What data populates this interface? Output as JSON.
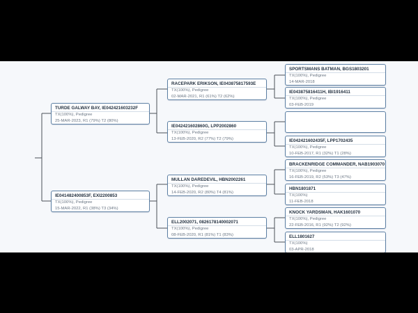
{
  "pedigree": {
    "gen1": [
      {
        "name": "TURDE GALWAY BAY, IE042421603232F",
        "line1": "TX(100%), Pedigree",
        "line2": "25-MAR-2023, R1 (79%) T2 (80%)"
      },
      {
        "name": "IE041482400853F, EXI2200853",
        "line1": "TX(100%), Pedigree",
        "line2": "15-MAR-2022, R1 (38%) T3 (34%)"
      }
    ],
    "gen2": [
      {
        "name": "RACEPARK ERIKSON, IE043875817593E",
        "line1": "TX(100%), Pedigree",
        "line2": "02-MAR-2021, R1 (61%) T2 (62%)"
      },
      {
        "name": "IE042421602860G, LPP2002860",
        "line1": "TX(100%), Pedigree",
        "line2": "13-FEB-2020, R2 (77%) T2 (79%)"
      },
      {
        "name": "MULLAN DAREDEVIL, HBN2002261",
        "line1": "TX(100%), Pedigree",
        "line2": "14-FEB-2020, R2 (80%) T4 (81%)"
      },
      {
        "name": "ELL2002071, 0826178140002071",
        "line1": "TX(100%), Pedigree",
        "line2": "08-FEB-2020, R1 (81%) T1 (83%)"
      }
    ],
    "gen3": [
      {
        "name": "SPORTSMANS BATMAN, BGS1803201",
        "line1": "TX(100%), Pedigree",
        "line2": "14-MAR-2018"
      },
      {
        "name": "IE043875816411H, IBI1916411",
        "line1": "TX(100%), Pedigree",
        "line2": "03-FEB-2019"
      },
      {
        "name": "",
        "line1": "",
        "line2": ""
      },
      {
        "name": "IE042421602435F, LPP1702435",
        "line1": "TX(100%), Pedigree",
        "line2": "10-FEB-2017, R1 (32%) T1 (28%)"
      },
      {
        "name": "BRACKENRIDGE COMMANDER, NAB1903070",
        "line1": "TX(100%), Pedigree",
        "line2": "16-FEB-2019, R2 (53%) T3 (47%)"
      },
      {
        "name": "HBN1801871",
        "line1": "TX(100%)",
        "line2": "11-FEB-2018"
      },
      {
        "name": "KNOCK YARDSMAN, HAK1601070",
        "line1": "TX(100%), Pedigree",
        "line2": "22-FEB-2016, R1 (92%) T2 (92%)"
      },
      {
        "name": "ELL1801627",
        "line1": "TX(100%)",
        "line2": "03-APR-2018"
      }
    ]
  }
}
